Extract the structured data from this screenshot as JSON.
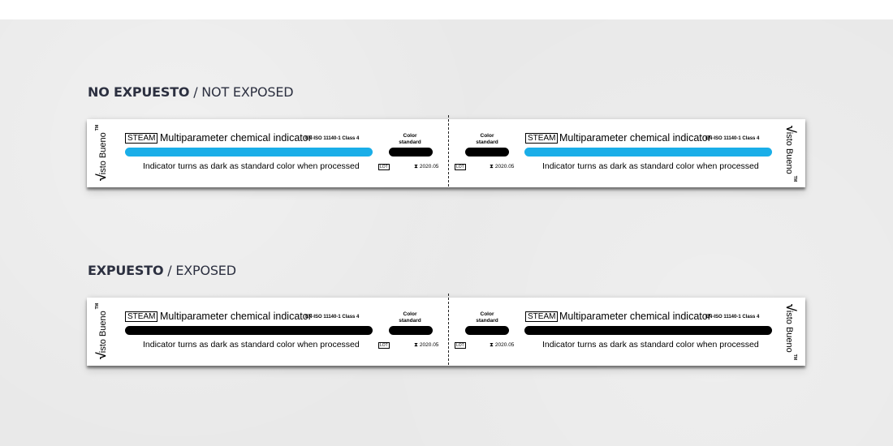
{
  "colors": {
    "indicator_unexposed": "#1aaee8",
    "indicator_exposed": "#000000",
    "standard": "#000000"
  },
  "label": {
    "brand": "Visto Bueno",
    "trademark": "TM",
    "check_glyph": "√",
    "brand_rest": "isto Bueno",
    "process": "STEAM",
    "title": "Multiparameter chemical indicator",
    "standard_ref": "EN-ISO 11140-1 Class 4",
    "instruction": "Indicator turns as dark as standard color when processed",
    "color_standard_line1": "Color",
    "color_standard_line2": "standard",
    "lot_label": "LOT",
    "expiry_icon": "hourglass-icon",
    "expiry_glyph": "⧗",
    "expiry_date": "2020.05"
  },
  "sections": [
    {
      "title_bold": "NO EXPUESTO",
      "title_rest": " / NOT EXPOSED",
      "state": "unexposed"
    },
    {
      "title_bold": "EXPUESTO",
      "title_rest": " / EXPOSED",
      "state": "exposed"
    }
  ]
}
